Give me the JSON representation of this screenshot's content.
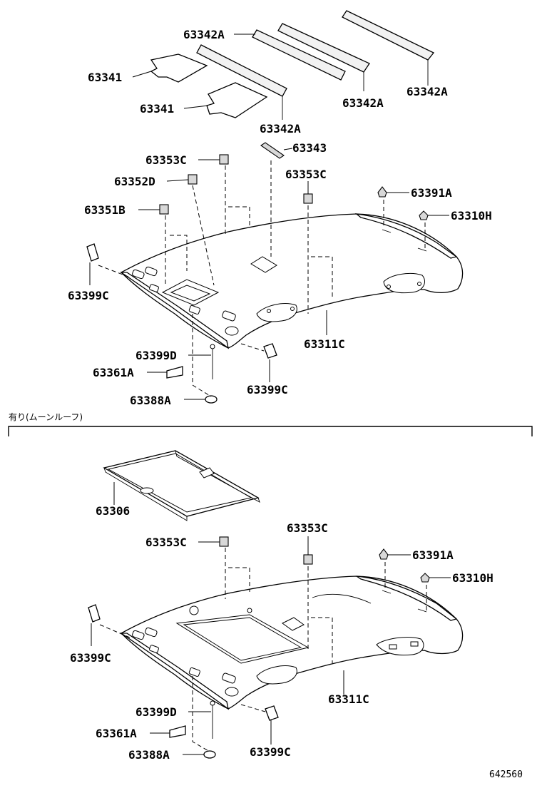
{
  "diagram": {
    "top_section": {
      "labels": {
        "p63342A_1": "63342A",
        "p63342A_2": "63342A",
        "p63342A_3": "63342A",
        "p63342A_4": "63342A",
        "p63341_1": "63341",
        "p63341_2": "63341",
        "p63343": "63343",
        "p63353C_1": "63353C",
        "p63353C_2": "63353C",
        "p63352D": "63352D",
        "p63351B": "63351B",
        "p63391A": "63391A",
        "p63310H": "63310H",
        "p63399C_1": "63399C",
        "p63399C_2": "63399C",
        "p63311C": "63311C",
        "p63399D": "63399D",
        "p63361A": "63361A",
        "p63388A": "63388A"
      }
    },
    "divider_note": "有り(ムーンルーフ)",
    "bottom_section": {
      "labels": {
        "p63306": "63306",
        "p63353C_1": "63353C",
        "p63353C_2": "63353C",
        "p63391A": "63391A",
        "p63310H": "63310H",
        "p63399C_1": "63399C",
        "p63399C_2": "63399C",
        "p63311C": "63311C",
        "p63399D": "63399D",
        "p63361A": "63361A",
        "p63388A": "63388A"
      }
    },
    "figure_number": "642560"
  }
}
